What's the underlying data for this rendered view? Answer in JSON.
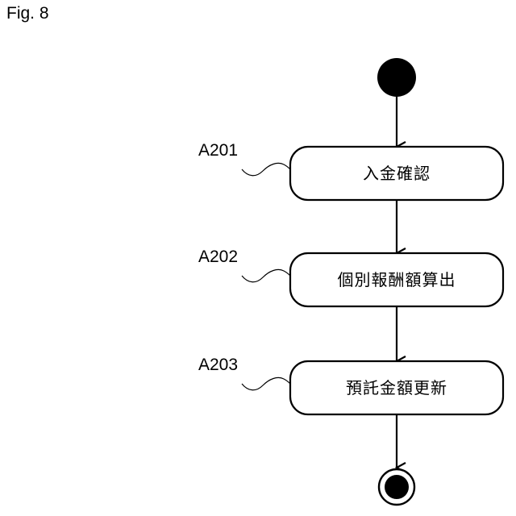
{
  "figure_label": "Fig. 8",
  "steps": [
    {
      "ref": "A201",
      "label": "入金確認"
    },
    {
      "ref": "A202",
      "label": "個別報酬額算出"
    },
    {
      "ref": "A203",
      "label": "預託金額更新"
    }
  ]
}
